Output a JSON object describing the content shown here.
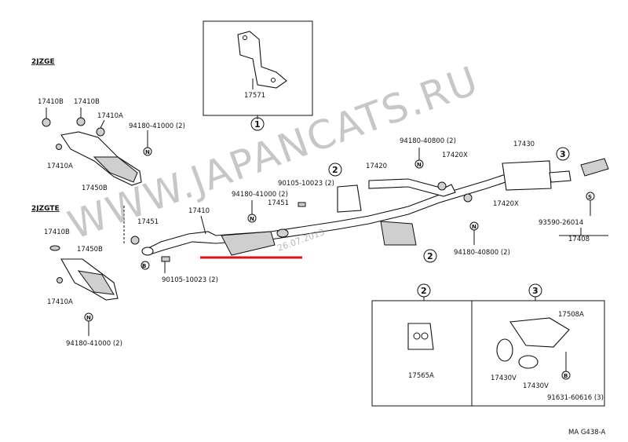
{
  "variants": {
    "a": "2JZGE",
    "b": "2JZGTE"
  },
  "refs": {
    "r1": "1",
    "r2": "2",
    "r3": "3",
    "n": "N",
    "s": "S",
    "b": "B"
  },
  "labels": {
    "p17571": "17571",
    "p17410b": "17410B",
    "p17410a": "17410A",
    "p17450b": "17450B",
    "p94180_41000_2": "94180-41000 (2)",
    "p17451": "17451",
    "p17410": "17410",
    "p90105_10023_2": "90105-10023 (2)",
    "p17420": "17420",
    "p94180_40800_2": "94180-40800 (2)",
    "p17420x": "17420X",
    "p17430": "17430",
    "p93590_26014": "93590-26014",
    "p17408": "17408",
    "p17565a": "17565A",
    "p17508a": "17508A",
    "p17430v": "17430V",
    "p91631_60616_3": "91631-60616 (3)"
  },
  "footer": {
    "code": "MA G438-A"
  },
  "watermark": {
    "text": "WWW.JAPANCATS.RU",
    "date": "26.07.2013"
  },
  "colors": {
    "highlight": "#d01616",
    "watermark": "#9a9a9a"
  }
}
